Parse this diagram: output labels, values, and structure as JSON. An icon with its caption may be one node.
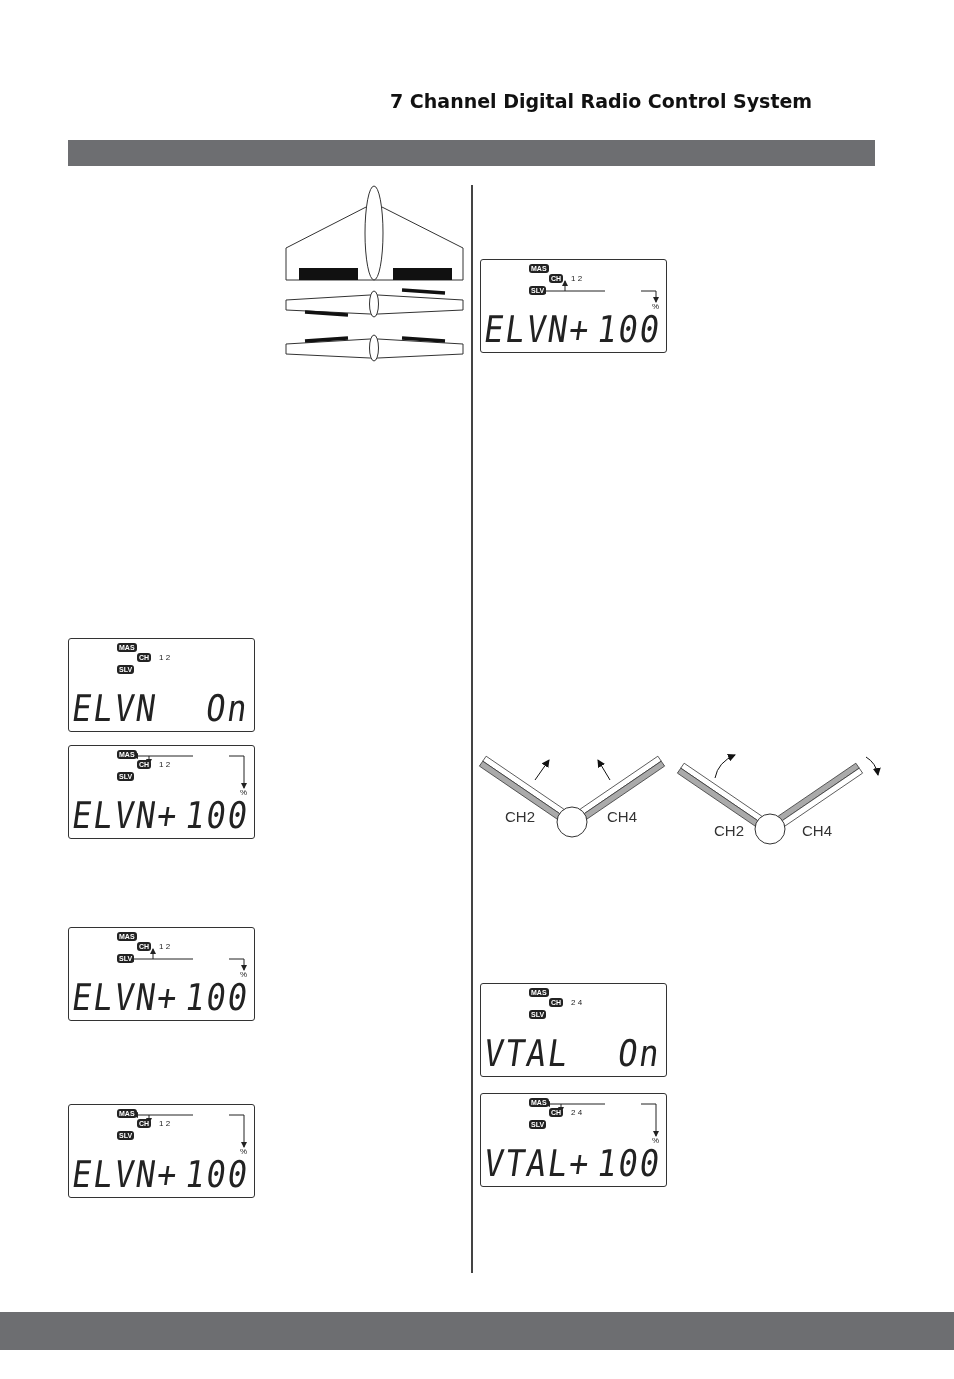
{
  "diagram": {
    "title": "7 Channel Digital Radio Control System",
    "nodes": [
      {
        "text": [
          "MAS",
          "CH",
          "1 2",
          "SLV",
          "ELVN",
          "On"
        ]
      },
      {
        "text": [
          "MAS",
          "CH",
          "1 2",
          "SLV",
          "ELVN+",
          "100",
          "%"
        ]
      },
      {
        "text": [
          "MAS",
          "CH",
          "1 2",
          "SLV",
          "ELVN+",
          "100",
          "%"
        ]
      },
      {
        "text": [
          "MAS",
          "CH",
          "1 2",
          "SLV",
          "ELVN+",
          "100",
          "%"
        ]
      },
      {
        "text": [
          "MAS",
          "CH",
          "1 2",
          "SLV",
          "ELVN+",
          "100",
          "%"
        ]
      },
      {
        "text": [
          "MAS",
          "CH",
          "2 4",
          "SLV",
          "VTAL",
          "On"
        ]
      },
      {
        "text": [
          "MAS",
          "CH",
          "2 4",
          "SLV",
          "VTAL+",
          "100",
          "%"
        ]
      }
    ],
    "labels": [
      "CH2",
      "CH4",
      "CH2",
      "CH4"
    ]
  }
}
